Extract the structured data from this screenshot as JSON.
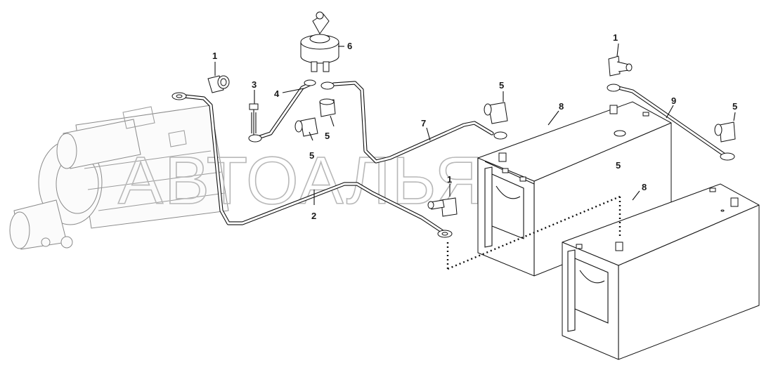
{
  "watermark": "АВТОАЛЬЯНС",
  "callouts": [
    "1",
    "1",
    "1",
    "2",
    "3",
    "4",
    "5",
    "5",
    "5",
    "5",
    "5",
    "6",
    "7",
    "8",
    "8",
    "9"
  ]
}
